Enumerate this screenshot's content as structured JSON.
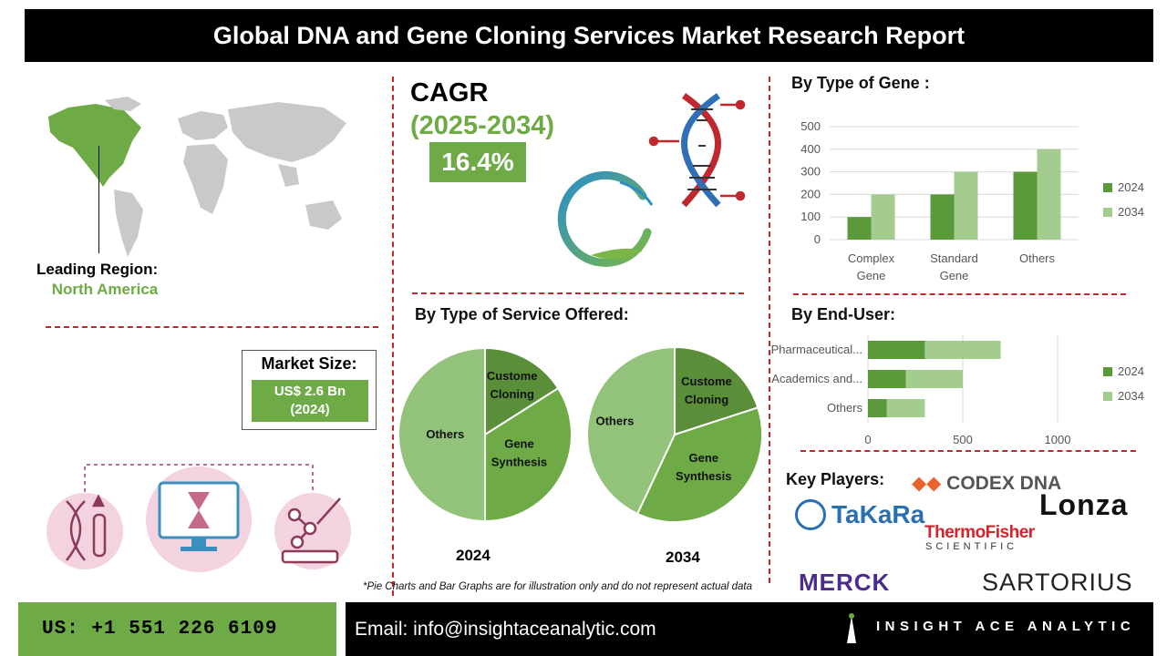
{
  "header": {
    "title": "Global DNA and Gene Cloning Services Market  Research Report"
  },
  "region": {
    "label": "Leading Region:",
    "colon": "",
    "value": "North America"
  },
  "cagr": {
    "label": "CAGR",
    "period": "(2025-2034)",
    "value": "16.4%"
  },
  "market_size": {
    "label": "Market Size:",
    "value": "US$ 2.6 Bn",
    "year": "(2024)"
  },
  "sections": {
    "by_gene": "By Type of Gene :",
    "by_service": "By Type of Service Offered:",
    "by_end_user": "By End-User:",
    "key_players": "Key Players:"
  },
  "chart_data": [
    {
      "type": "bar",
      "title": "By Type of Gene :",
      "categories": [
        "Complex Gene",
        "Standard Gene",
        "Others"
      ],
      "category_lines": [
        [
          "Complex",
          "Gene"
        ],
        [
          "Standard",
          "Gene"
        ],
        [
          "Others"
        ]
      ],
      "series": [
        {
          "name": "2024",
          "values": [
            100,
            200,
            300
          ],
          "color": "#5b9a3b"
        },
        {
          "name": "2034",
          "values": [
            200,
            300,
            400
          ],
          "color": "#a4cc8e"
        }
      ],
      "ylim": [
        0,
        500
      ],
      "yticks": [
        "0",
        "100",
        "200",
        "300",
        "400",
        "500"
      ],
      "grid": true,
      "legend": "right"
    },
    {
      "type": "pie",
      "title": "By Type of Service Offered:",
      "caption": "2024",
      "labels": [
        "Custome Cloning",
        "Gene Synthesis",
        "Others"
      ],
      "label_lines": [
        [
          "Custome",
          "Cloning"
        ],
        [
          "Gene",
          "Synthesis"
        ],
        [
          "Others"
        ]
      ],
      "values": [
        16,
        34,
        50
      ],
      "colors": [
        "#5b8e38",
        "#6eaa46",
        "#93c27a"
      ]
    },
    {
      "type": "pie",
      "title": "By Type of Service Offered:",
      "caption": "2034",
      "labels": [
        "Custome Cloning",
        "Gene Synthesis",
        "Others"
      ],
      "label_lines": [
        [
          "Custome",
          "Cloning"
        ],
        [
          "Gene",
          "Synthesis"
        ],
        [
          "Others"
        ]
      ],
      "values": [
        20,
        37,
        43
      ],
      "colors": [
        "#5b8e38",
        "#6eaa46",
        "#93c27a"
      ]
    },
    {
      "type": "bar",
      "orientation": "horizontal",
      "stacked": true,
      "title": "By End-User:",
      "categories": [
        "Pharmaceutical...",
        "Academics and...",
        "Others"
      ],
      "series": [
        {
          "name": "2024",
          "values": [
            300,
            200,
            100
          ],
          "color": "#5b9a3b"
        },
        {
          "name": "2034",
          "values": [
            400,
            300,
            200
          ],
          "color": "#a4cc8e"
        }
      ],
      "xlim": [
        0,
        1000
      ],
      "xticks": [
        "0",
        "500",
        "1000"
      ],
      "grid": true,
      "legend": "right"
    }
  ],
  "key_players": {
    "codex": "CODEX DNA",
    "lonza": "Lonza",
    "takara": "TaKaRa",
    "thermo_top": "ThermoFisher",
    "thermo_bottom": "SCIENTIFIC",
    "merck": "MERCK",
    "sartorius": "SARTORIUS"
  },
  "disclaimer": "*Pie Charts and Bar Graphs are for illustration only and do not represent actual data",
  "footer": {
    "phone": "US: +1 551 226 6109",
    "email": "Email: info@insightaceanalytic.com",
    "brand": "INSIGHT ACE ANALYTIC"
  },
  "icons": [
    "world-map-icon",
    "dna-helix-icon",
    "dna-circle-leaf-icon",
    "dna-test-tube-icon",
    "monitor-hourglass-icon",
    "molecule-pipette-icon"
  ]
}
